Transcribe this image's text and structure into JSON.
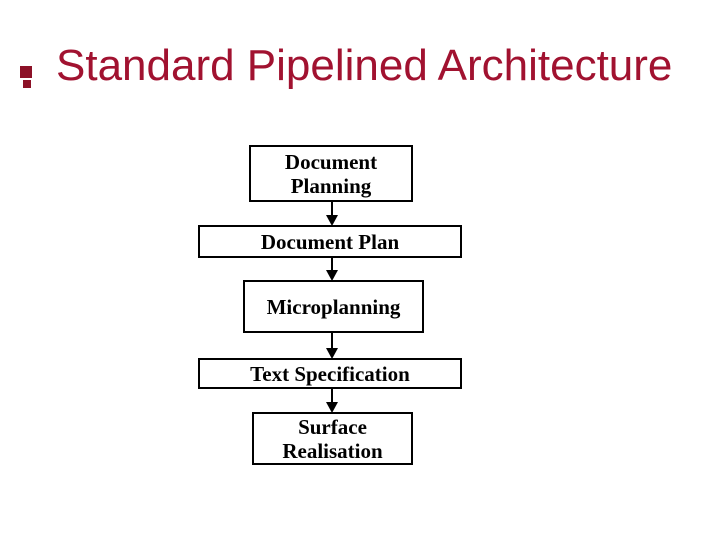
{
  "slide": {
    "title": "Standard Pipelined Architecture",
    "title_color": "#a11230",
    "background_color": "#ffffff"
  },
  "decoration": {
    "name": "corner-accent-squares",
    "color": "#8c1127"
  },
  "diagram": {
    "type": "flowchart-vertical-pipeline",
    "box_border_color": "#000000",
    "box_fill_color": "#ffffff",
    "box_text_color": "#000000",
    "arrow_color": "#000000",
    "nodes": [
      {
        "id": "document-planning",
        "lines": [
          "Document",
          "Planning"
        ]
      },
      {
        "id": "document-plan",
        "lines": [
          "Document Plan"
        ]
      },
      {
        "id": "microplanning",
        "lines": [
          "Microplanning"
        ]
      },
      {
        "id": "text-specification",
        "lines": [
          "Text Specification"
        ]
      },
      {
        "id": "surface-realisation",
        "lines": [
          "Surface",
          "Realisation"
        ]
      }
    ],
    "connections": [
      {
        "from": "document-planning",
        "to": "document-plan"
      },
      {
        "from": "document-plan",
        "to": "microplanning"
      },
      {
        "from": "microplanning",
        "to": "text-specification"
      },
      {
        "from": "text-specification",
        "to": "surface-realisation"
      }
    ]
  }
}
